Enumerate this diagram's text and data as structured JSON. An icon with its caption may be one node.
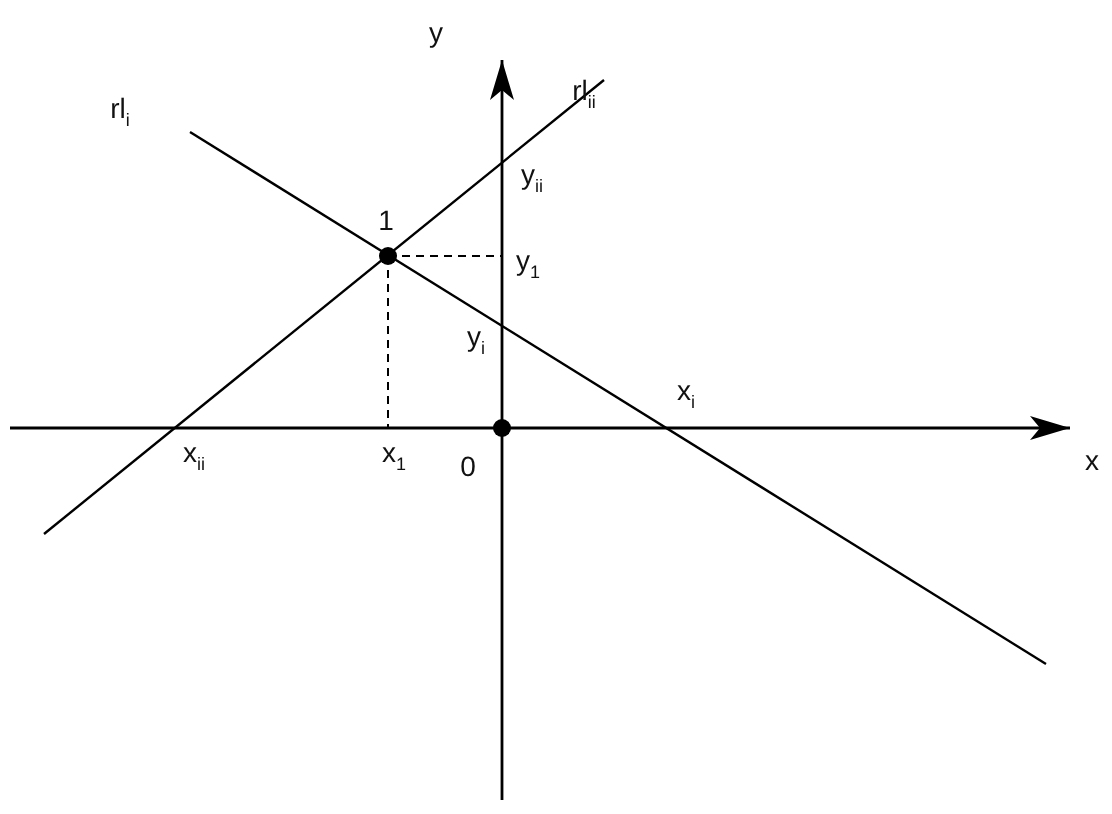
{
  "diagram": {
    "labels": [
      "y",
      "rl$_{i}$",
      "rl$_{ii}$",
      "y$_{ii}$",
      "1",
      "y$_{1}$",
      "y$_{i}$",
      "x$_{i}$",
      "x$_{ii}$",
      "x$_{1}$",
      "0",
      "x"
    ]
  }
}
